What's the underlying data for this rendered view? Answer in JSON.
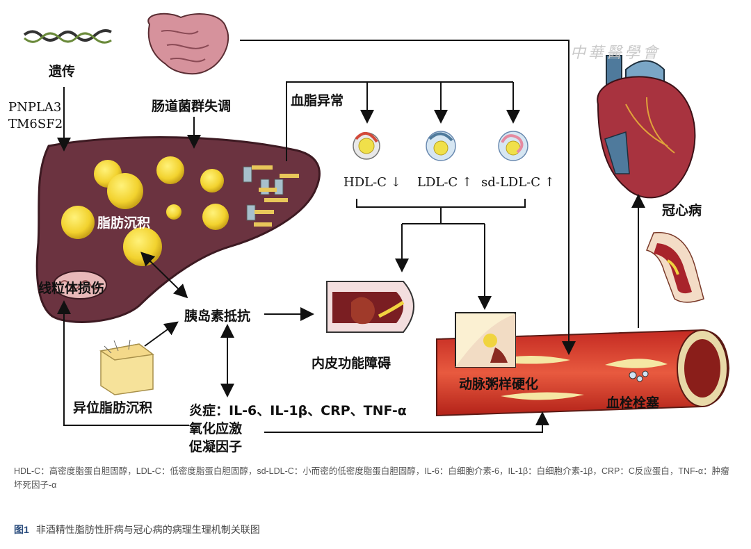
{
  "labels": {
    "genetics": "遗传",
    "genes": "PNPLA3\nTM6SF2",
    "gene1": "PNPLA3",
    "gene2": "TM6SF2",
    "gut": "肠道菌群失调",
    "fat_deposit": "脂肪沉积",
    "mito": "线粒体损伤",
    "insulin": "胰岛素抵抗",
    "ectopic_fat": "异位脂肪沉积",
    "inflammation_line1": "炎症：IL-6、IL-1β、CRP、TNF-α",
    "inflammation_line2": "氧化应激",
    "inflammation_line3": "促凝因子",
    "dyslipidemia": "血脂异常",
    "hdl": "HDL-C",
    "hdl_arrow": "↓",
    "ldl": "LDL-C",
    "ldl_arrow": "↑",
    "sdldl": "sd-LDL-C",
    "sdldl_arrow": "↑",
    "endothelial": "内皮功能障碍",
    "atherosclerosis": "动脉粥样硬化",
    "thrombosis": "血栓栓塞",
    "chd": "冠心病",
    "watermark": "中華醫學會"
  },
  "footnote": "HDL-C：高密度脂蛋白胆固醇，LDL-C：低密度脂蛋白胆固醇，sd-LDL-C：小而密的低密度脂蛋白胆固醇，IL-6：白细胞介素-6，IL-1β：白细胞介素-1β，CRP：C反应蛋白，TNF-α：肿瘤坏死因子-α",
  "caption": {
    "figure_number": "图1",
    "title": "非酒精性脂肪性肝病与冠心病的病理生理机制关联图"
  },
  "colors": {
    "liver": "#6b3340",
    "fat": "#f2d22e",
    "artery": "#d9392c",
    "plaque": "#f5e7a3",
    "heart": "#a8333f",
    "vessel_blue": "#4f7a9c",
    "caption_blue": "#2b4d7d"
  }
}
